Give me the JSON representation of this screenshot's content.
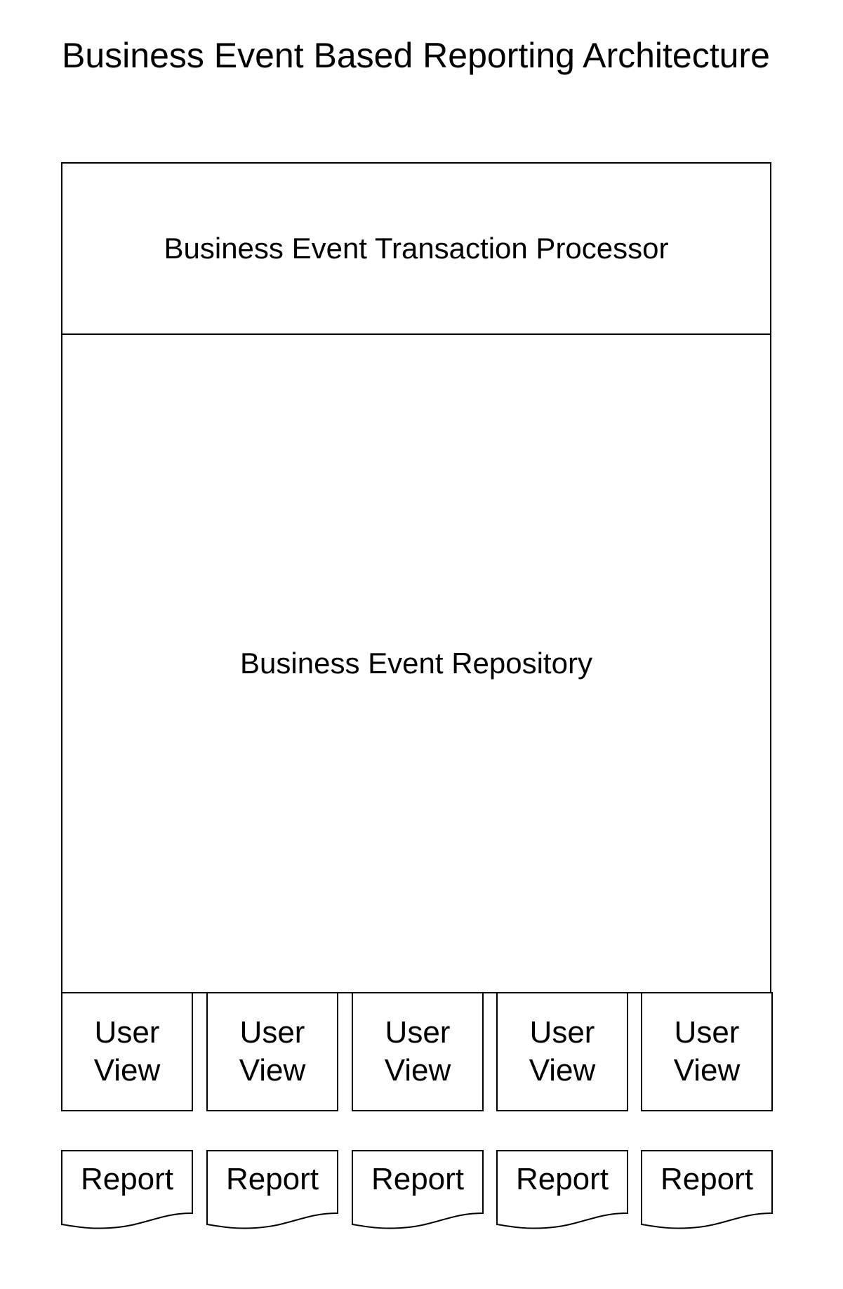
{
  "diagram": {
    "title": "Business Event Based Reporting Architecture",
    "processor": {
      "label": "Business Event Transaction Processor"
    },
    "repository": {
      "label": "Business Event Repository"
    },
    "user_views": [
      {
        "line1": "User",
        "line2": "View"
      },
      {
        "line1": "User",
        "line2": "View"
      },
      {
        "line1": "User",
        "line2": "View"
      },
      {
        "line1": "User",
        "line2": "View"
      },
      {
        "line1": "User",
        "line2": "View"
      }
    ],
    "reports": [
      {
        "label": "Report"
      },
      {
        "label": "Report"
      },
      {
        "label": "Report"
      },
      {
        "label": "Report"
      },
      {
        "label": "Report"
      }
    ],
    "colors": {
      "stroke": "#000000",
      "fill": "#ffffff",
      "text": "#000000"
    }
  }
}
